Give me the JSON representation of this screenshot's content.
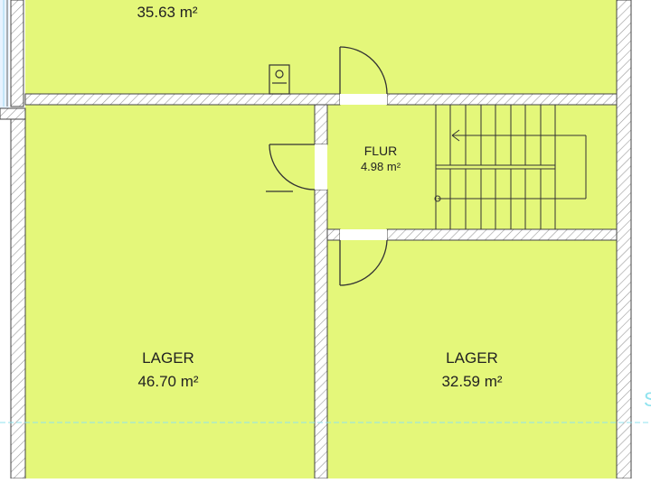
{
  "plan": {
    "colors": {
      "room_fill": "#e4f77a",
      "wall_fill": "#ffffff",
      "wall_line": "#444444",
      "hatch": "#999999",
      "guide_line": "#8fe3ef"
    },
    "rooms": [
      {
        "id": "top",
        "name": "",
        "area": "35.63 m²"
      },
      {
        "id": "flur",
        "name": "FLUR",
        "area": "4.98 m²"
      },
      {
        "id": "lager-left",
        "name": "LAGER",
        "area": "46.70 m²"
      },
      {
        "id": "lager-right",
        "name": "LAGER",
        "area": "32.59 m²"
      }
    ],
    "edge_glyph": "S"
  }
}
